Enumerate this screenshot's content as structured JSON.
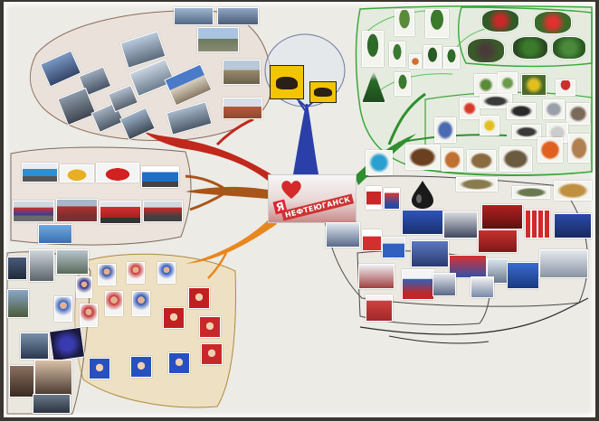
{
  "center_card": {
    "letter": "Я",
    "city_name": "НЕФТЕЮГАНСК"
  },
  "colors": {
    "paper": "#ecebe6",
    "branch_transport": "#c0281c",
    "branch_industry": "#b05a18",
    "branch_people": "#e8871e",
    "trunk_blue": "#2b3fa8",
    "nature_green": "#3aa83a",
    "accent_red": "#d22a2a"
  },
  "regions": [
    {
      "id": "buildings",
      "icons": [
        "building-photo"
      ]
    },
    {
      "id": "transport",
      "icons": [
        "bus-photo",
        "car-photo",
        "train-photo"
      ]
    },
    {
      "id": "people",
      "icons": [
        "people-photo",
        "worker-photo"
      ]
    },
    {
      "id": "nature",
      "icons": [
        "tree-photo",
        "bird-photo",
        "animal-photo",
        "fish-photo"
      ]
    },
    {
      "id": "oil-industry",
      "icons": [
        "oil-drop-icon",
        "product-photo"
      ]
    }
  ]
}
